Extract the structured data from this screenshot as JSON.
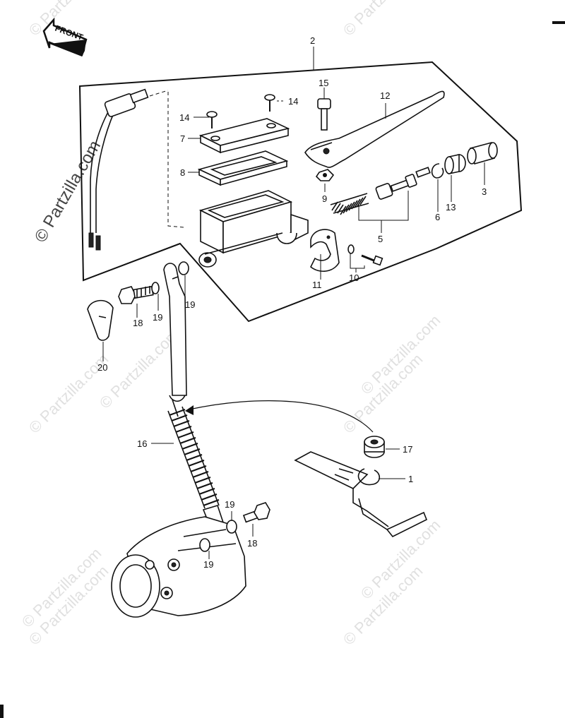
{
  "front_label": "FRONT",
  "watermark": "© Partzilla.com",
  "callouts": {
    "c1": "1",
    "c2": "2",
    "c3": "3",
    "c5": "5",
    "c6": "6",
    "c7": "7",
    "c8": "8",
    "c9": "9",
    "c10": "10",
    "c11": "11",
    "c12": "12",
    "c13": "13",
    "c14a": "14",
    "c14b": "14",
    "c15": "15",
    "c16": "16",
    "c17": "17",
    "c18a": "18",
    "c18b": "18",
    "c19a": "19",
    "c19b": "19",
    "c19c": "19",
    "c19d": "19",
    "c20": "20"
  }
}
